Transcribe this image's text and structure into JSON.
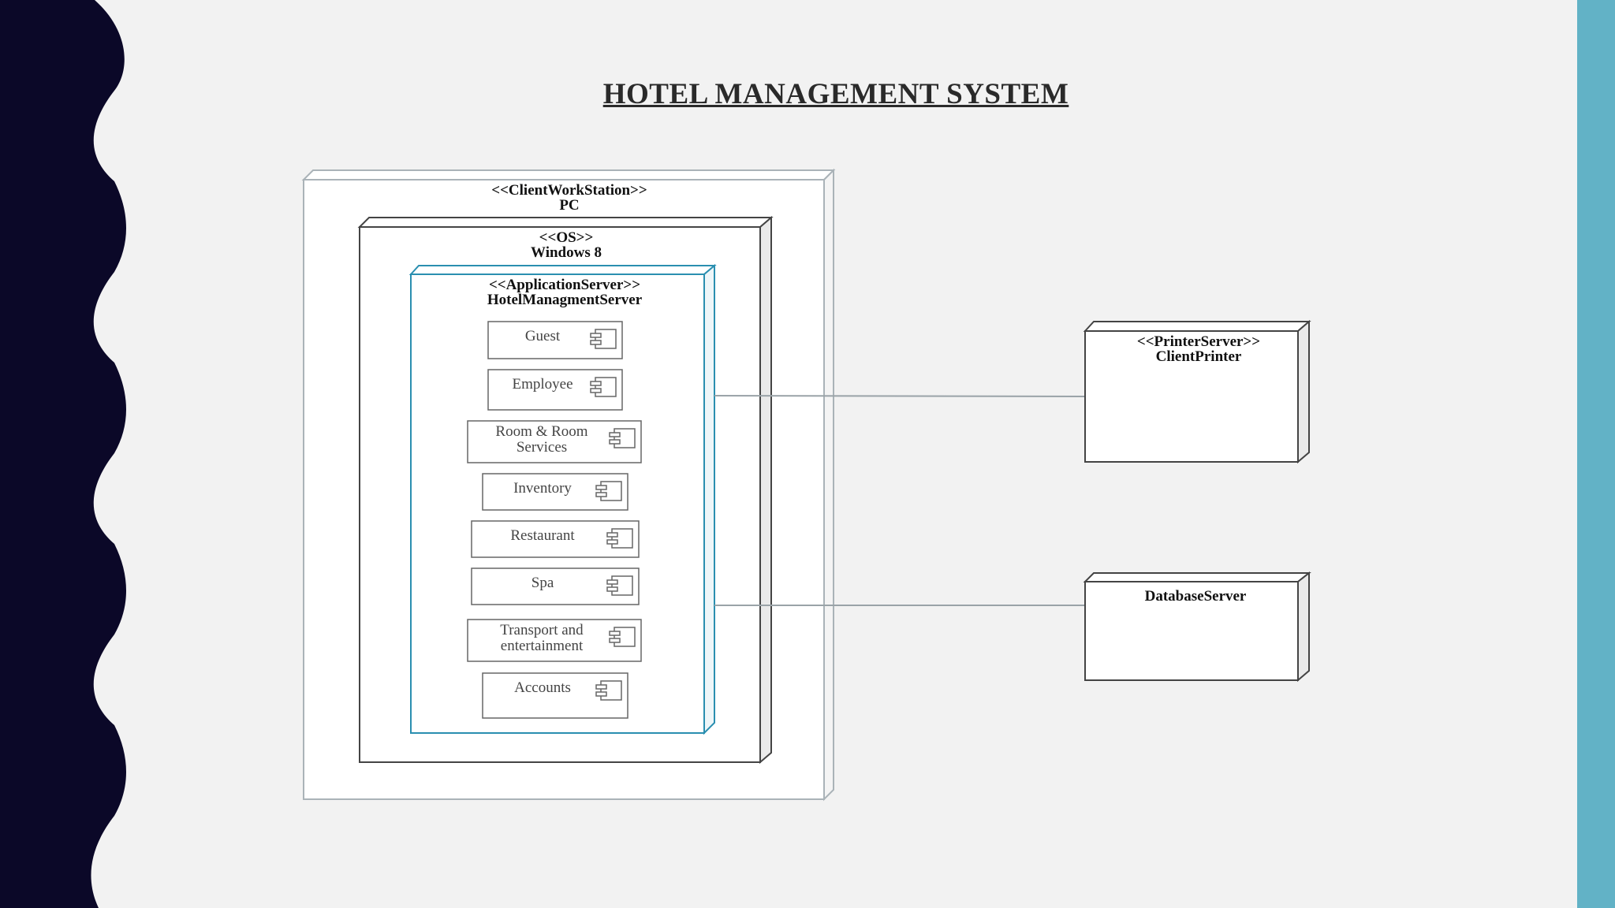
{
  "title": "HOTEL MANAGEMENT SYSTEM",
  "colors": {
    "background": "#f2f2f2",
    "left_wave": "#0b0828",
    "right_band": "#62b2c6",
    "app_server_border": "#2a8fb0"
  },
  "nodes": {
    "client": {
      "stereotype": "<<ClientWorkStation>>",
      "name": "PC"
    },
    "os": {
      "stereotype": "<<OS>>",
      "name": "Windows 8"
    },
    "app": {
      "stereotype": "<<ApplicationServer>>",
      "name": "HotelManagmentServer"
    },
    "printer": {
      "stereotype": "<<PrinterServer>>",
      "name": "ClientPrinter"
    },
    "database": {
      "name": "DatabaseServer"
    }
  },
  "components": [
    {
      "lines": [
        "Guest"
      ]
    },
    {
      "lines": [
        "Employee"
      ]
    },
    {
      "lines": [
        "Room & Room",
        "Services"
      ]
    },
    {
      "lines": [
        "Inventory"
      ]
    },
    {
      "lines": [
        "Restaurant"
      ]
    },
    {
      "lines": [
        "Spa"
      ]
    },
    {
      "lines": [
        "Transport and",
        "entertainment"
      ]
    },
    {
      "lines": [
        "Accounts"
      ]
    }
  ],
  "icons": [
    "component-icon"
  ]
}
